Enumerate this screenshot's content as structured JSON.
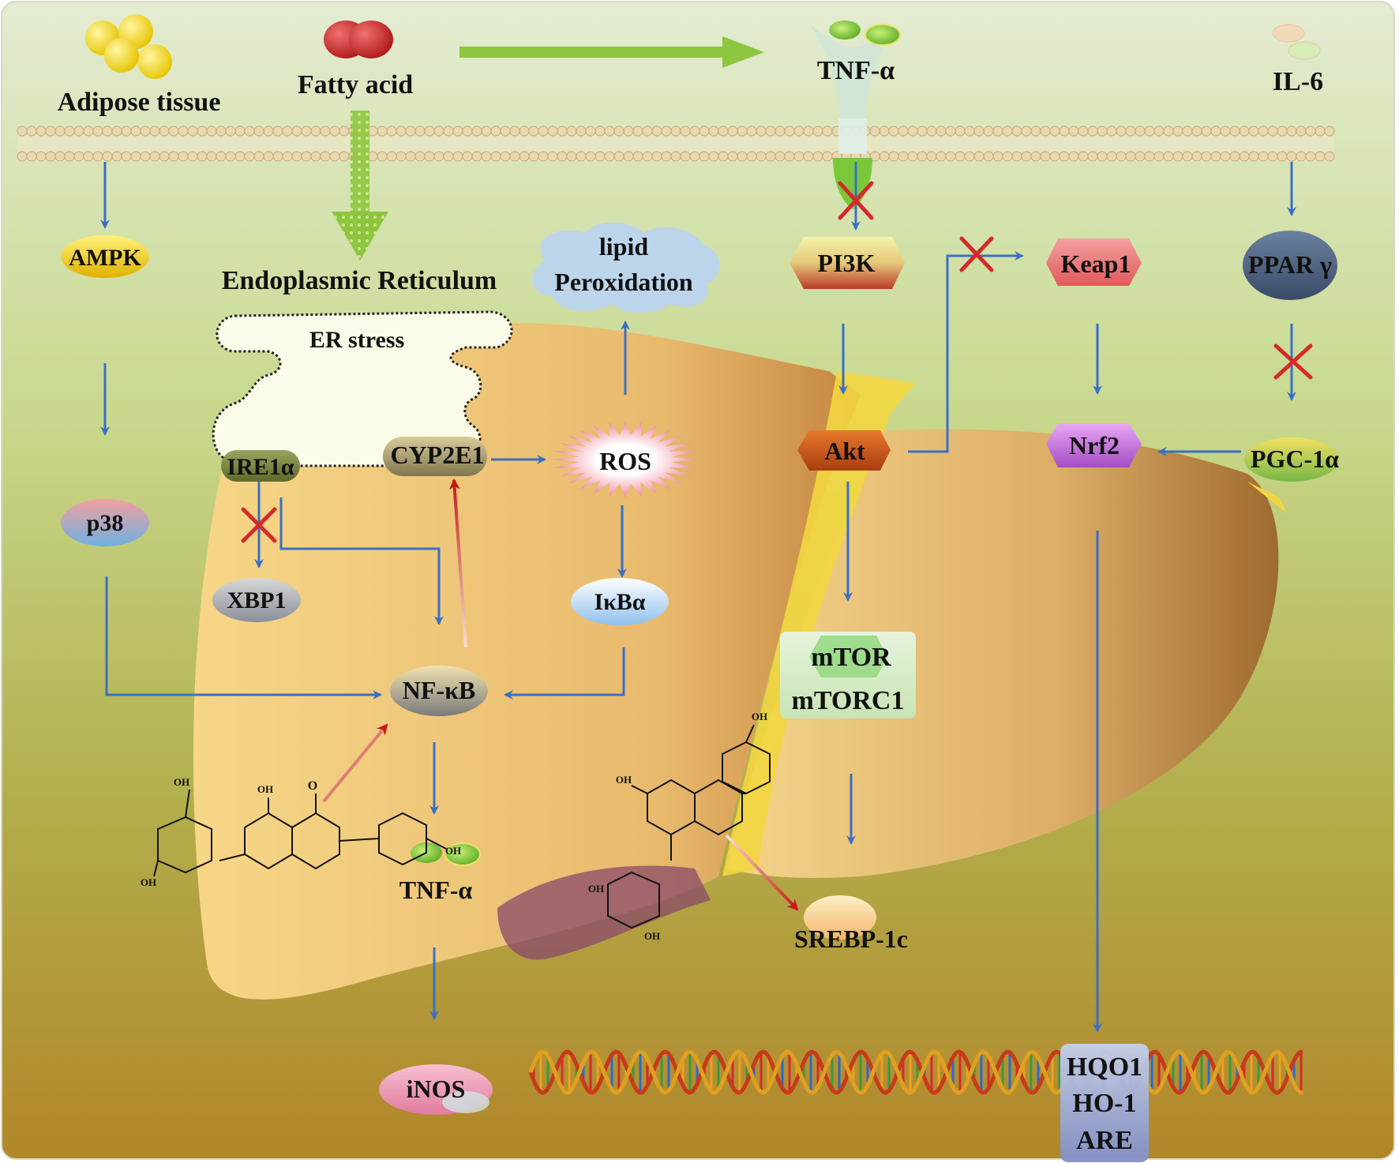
{
  "labels": {
    "adipose_tissue": "Adipose tissue",
    "fatty_acid": "Fatty acid",
    "tnf_alpha_top": "TNF-α",
    "il6": "IL-6",
    "ampk": "AMPK",
    "endoplasmic_reticulum": "Endoplasmic Reticulum",
    "er_stress": "ER stress",
    "lipid_line1": "lipid",
    "lipid_line2": "Peroxidation",
    "pi3k": "PI3K",
    "keap1": "Keap1",
    "ppar_gamma": "PPAR γ",
    "ire1a": "IRE1α",
    "cyp2e1": "CYP2E1",
    "ros": "ROS",
    "akt": "Akt",
    "nrf2": "Nrf2",
    "pgc1a": "PGC-1α",
    "p38": "p38",
    "xbp1": "XBP1",
    "ikba": "IκBα",
    "mtor": "mTOR",
    "mtorc1": "mTORC1",
    "nfkb": "NF-κB",
    "tnf_alpha_low": "TNF-α",
    "srebp1c": "SREBP-1c",
    "inos": "iNOS",
    "hqo1": "HQO1",
    "ho1": "HO-1",
    "are": "ARE"
  },
  "molecule_labels": {
    "oh": "OH",
    "o": "O"
  },
  "colors": {
    "arrow_blue": "#3a6fc4",
    "arrow_green": "#8ec63f",
    "inhibit_red": "#d42a2a",
    "liver": "#e8b86a",
    "background_top": "#dde8c8",
    "background_bottom": "#b58e2a"
  }
}
